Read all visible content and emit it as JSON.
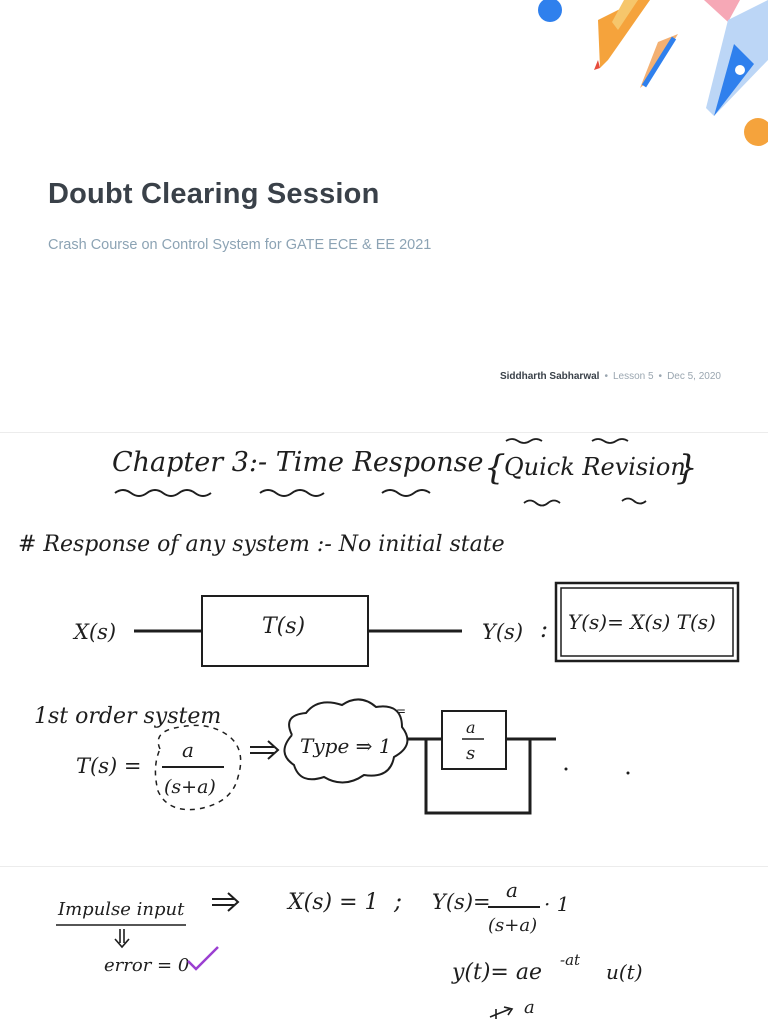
{
  "title_slide": {
    "title": "Doubt Clearing Session",
    "subtitle": "Crash Course on Control System for GATE ECE & EE 2021",
    "author": "Siddharth Sabharwal",
    "lesson": "Lesson 5",
    "date": "Dec 5, 2020"
  },
  "notes": {
    "chapter_heading": "Chapter 3:- Time Response",
    "quick_revision": "Quick Revision",
    "response_line": "# Response of any system :- No initial state",
    "input_label": "X(s)",
    "block_label": "T(s)",
    "output_label": "Y(s)",
    "colon": ":",
    "boxed_eq": "Y(s)= X(s) T(s)",
    "first_order": "1st order system",
    "ts_lhs": "T(s) =",
    "frac_num": "a",
    "frac_den": "(s+a)",
    "type_cloud": "Type ⇒ 1",
    "loop_num": "a",
    "loop_den": "s",
    "impulse": "Impulse input",
    "xs_eq": "X(s) = 1",
    "semicolon": ";",
    "ys_lhs": "Y(s)=",
    "ys_num": "a",
    "ys_den": "(s+a)",
    "ys_tail": "· 1",
    "error": "error = 0",
    "yt": "y(t)= ae",
    "yt_exp": "-at",
    "yt_tail": "u(t)",
    "bottom_note": "a"
  },
  "colors": {
    "title": "#3a4149",
    "subtitle": "#8ca3b4",
    "ink": "#1e1e1e",
    "check": "#9b3fd1",
    "deco_blue": "#2f80ed",
    "deco_orange": "#f5a33c",
    "deco_pink": "#f6a8b6"
  }
}
